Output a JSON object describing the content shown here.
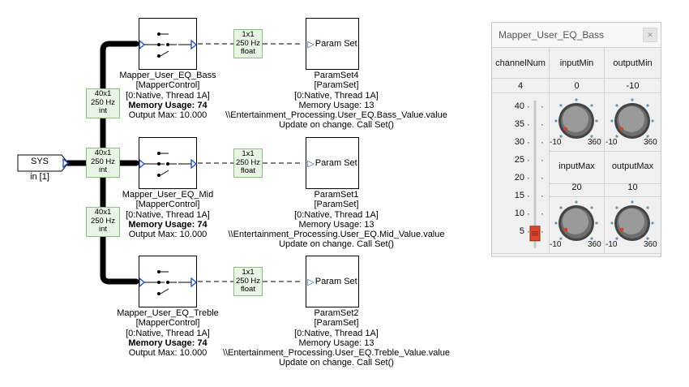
{
  "sys": {
    "label": "SYS",
    "port": "in [1]"
  },
  "rates": {
    "float_rate": [
      "1x1",
      "250 Hz",
      "float"
    ],
    "int_rate": [
      "40x1",
      "250 Hz",
      "int"
    ]
  },
  "mappers": [
    {
      "name": "Mapper_User_EQ_Bass",
      "type": "[MapperControl]",
      "thread": "[0:Native, Thread 1A]",
      "memory": "Memory Usage: 74",
      "output": "Output Max: 10.000"
    },
    {
      "name": "Mapper_User_EQ_Mid",
      "type": "[MapperControl]",
      "thread": "[0:Native, Thread 1A]",
      "memory": "Memory Usage: 74",
      "output": "Output Max: 10.000"
    },
    {
      "name": "Mapper_User_EQ_Treble",
      "type": "[MapperControl]",
      "thread": "[0:Native, Thread 1A]",
      "memory": "Memory Usage: 74",
      "output": "Output Max: 10.000"
    }
  ],
  "params": [
    {
      "block_label": "Param Set",
      "name": "ParamSet4",
      "type": "[ParamSet]",
      "thread": "[0:Native, Thread 1A]",
      "memory": "Memory Usage: 13",
      "path": "\\\\Entertainment_Processing.User_EQ.Bass_Value.value",
      "update": "Update on change. Call Set()"
    },
    {
      "block_label": "Param Set",
      "name": "ParamSet1",
      "type": "[ParamSet]",
      "thread": "[0:Native, Thread 1A]",
      "memory": "Memory Usage: 13",
      "path": "\\\\Entertainment_Processing.User_EQ.Mid_Value.value",
      "update": "Update on change. Call Set()"
    },
    {
      "block_label": "Param Set",
      "name": "ParamSet2",
      "type": "[ParamSet]",
      "thread": "[0:Native, Thread 1A]",
      "memory": "Memory Usage: 13",
      "path": "\\\\Entertainment_Processing.User_EQ.Treble_Value.value",
      "update": "Update on change. Call Set()"
    }
  ],
  "panel": {
    "title": "Mapper_User_EQ_Bass",
    "close_icon": "close-icon",
    "headers": {
      "channelNum": "channelNum",
      "inputMin": "inputMin",
      "outputMin": "outputMin",
      "inputMax": "inputMax",
      "outputMax": "outputMax"
    },
    "values": {
      "channelNum": "4",
      "inputMin": "0",
      "outputMin": "-10",
      "inputMax": "20",
      "outputMax": "10"
    },
    "slider": {
      "ticks": [
        "40",
        "35",
        "30",
        "25",
        "20",
        "15",
        "10",
        "5"
      ],
      "value": 4,
      "min": 0,
      "max": 40
    },
    "knob_range": {
      "min": "-10",
      "max": "360"
    }
  }
}
